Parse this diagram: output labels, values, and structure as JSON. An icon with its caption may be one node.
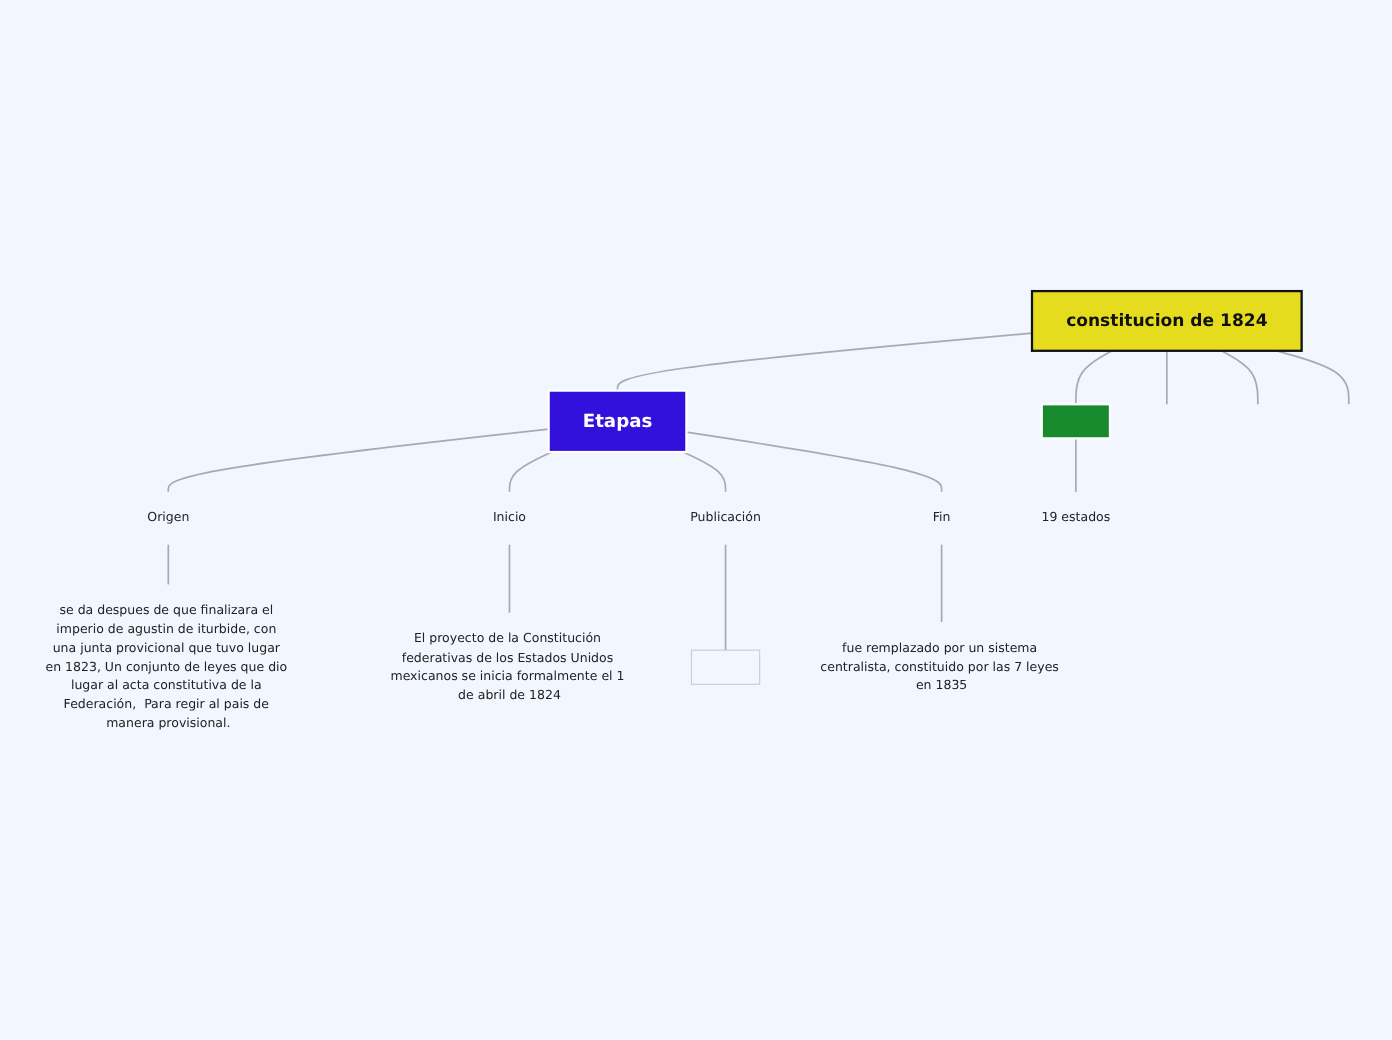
{
  "diagram": {
    "nodes": [
      {
        "text": [
          "constitucion de 1824"
        ]
      },
      {
        "text": [
          "Etapas"
        ]
      },
      {
        "text": [
          "Origen"
        ]
      },
      {
        "text": [
          "se da despues de que finalizara el imperio de agustin de iturbide, con una junta provicional que tuvo lugar en 1823, Un conjunto de leyes que dio lugar al acta constitutiva de la Federación,  Para regir al pais de manera provisional."
        ]
      },
      {
        "text": [
          "Inicio"
        ]
      },
      {
        "text": [
          "El proyecto de la Constitución federativas de los Estados Unidos mexicanos se inicia formalmente el 1 de abril de 1824"
        ]
      },
      {
        "text": [
          "Publicación"
        ]
      },
      {
        "text": [],
        "shape": "box"
      },
      {
        "text": [
          "Fin"
        ]
      },
      {
        "text": [
          "fue remplazado por un sistema centralista, constituido por las 7 leyes en 1835"
        ]
      },
      {
        "text": [],
        "shape": "box"
      },
      {
        "text": [
          "19 estados"
        ]
      }
    ],
    "edges": [
      {
        "from": 0,
        "to": null,
        "arrow": "none"
      },
      {
        "from": 0,
        "to": null,
        "arrow": "none"
      },
      {
        "from": 0,
        "to": 1,
        "arrow": "none"
      },
      {
        "from": 1,
        "to": 2,
        "arrow": "none"
      },
      {
        "from": 2,
        "to": 3,
        "arrow": "none"
      },
      {
        "from": 1,
        "to": 4,
        "arrow": "none"
      },
      {
        "from": 4,
        "to": 5,
        "arrow": "none"
      },
      {
        "from": 1,
        "to": 6,
        "arrow": "none"
      },
      {
        "from": 6,
        "to": 7,
        "arrow": "none"
      },
      {
        "from": 1,
        "to": 8,
        "arrow": "none"
      },
      {
        "from": 8,
        "to": 9,
        "arrow": "none"
      },
      {
        "from": 0,
        "to": null,
        "arrow": "none"
      },
      {
        "from": 0,
        "to": 10,
        "arrow": "none"
      },
      {
        "from": 10,
        "to": 11,
        "arrow": "none"
      }
    ]
  }
}
